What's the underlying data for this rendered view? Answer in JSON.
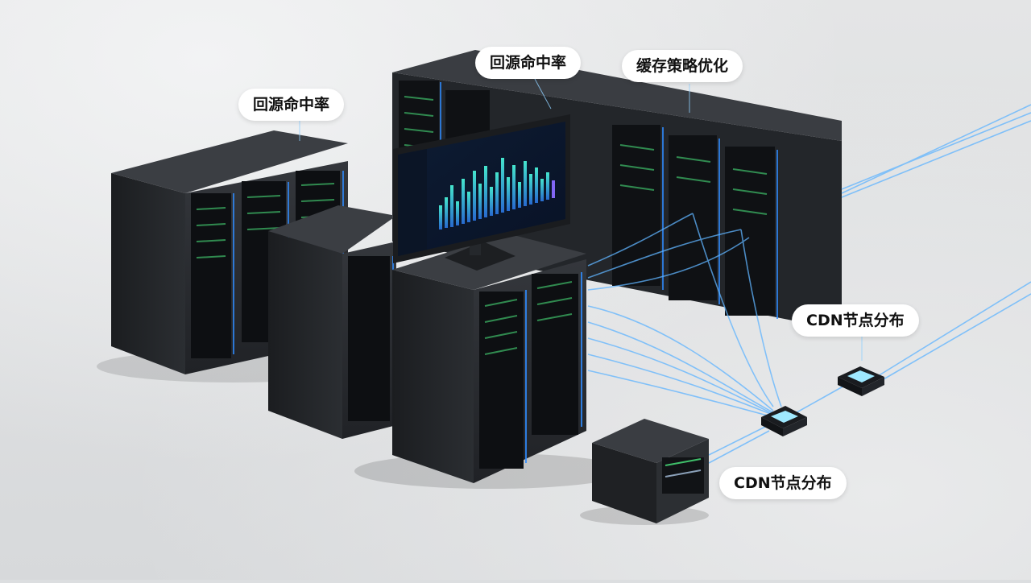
{
  "labels": {
    "rack_left_top": "回源命中率",
    "rack_back_top": "回源命中率",
    "rack_back_right": "缓存策略优化",
    "node_right": "CDN节点分布",
    "node_bottom": "CDN节点分布"
  },
  "colors": {
    "rack_body": "#2a2d31",
    "rack_side": "#1d1f22",
    "glow": "#2f8cff",
    "cable": "#5fb4ff",
    "bars": "#35d6c8"
  }
}
